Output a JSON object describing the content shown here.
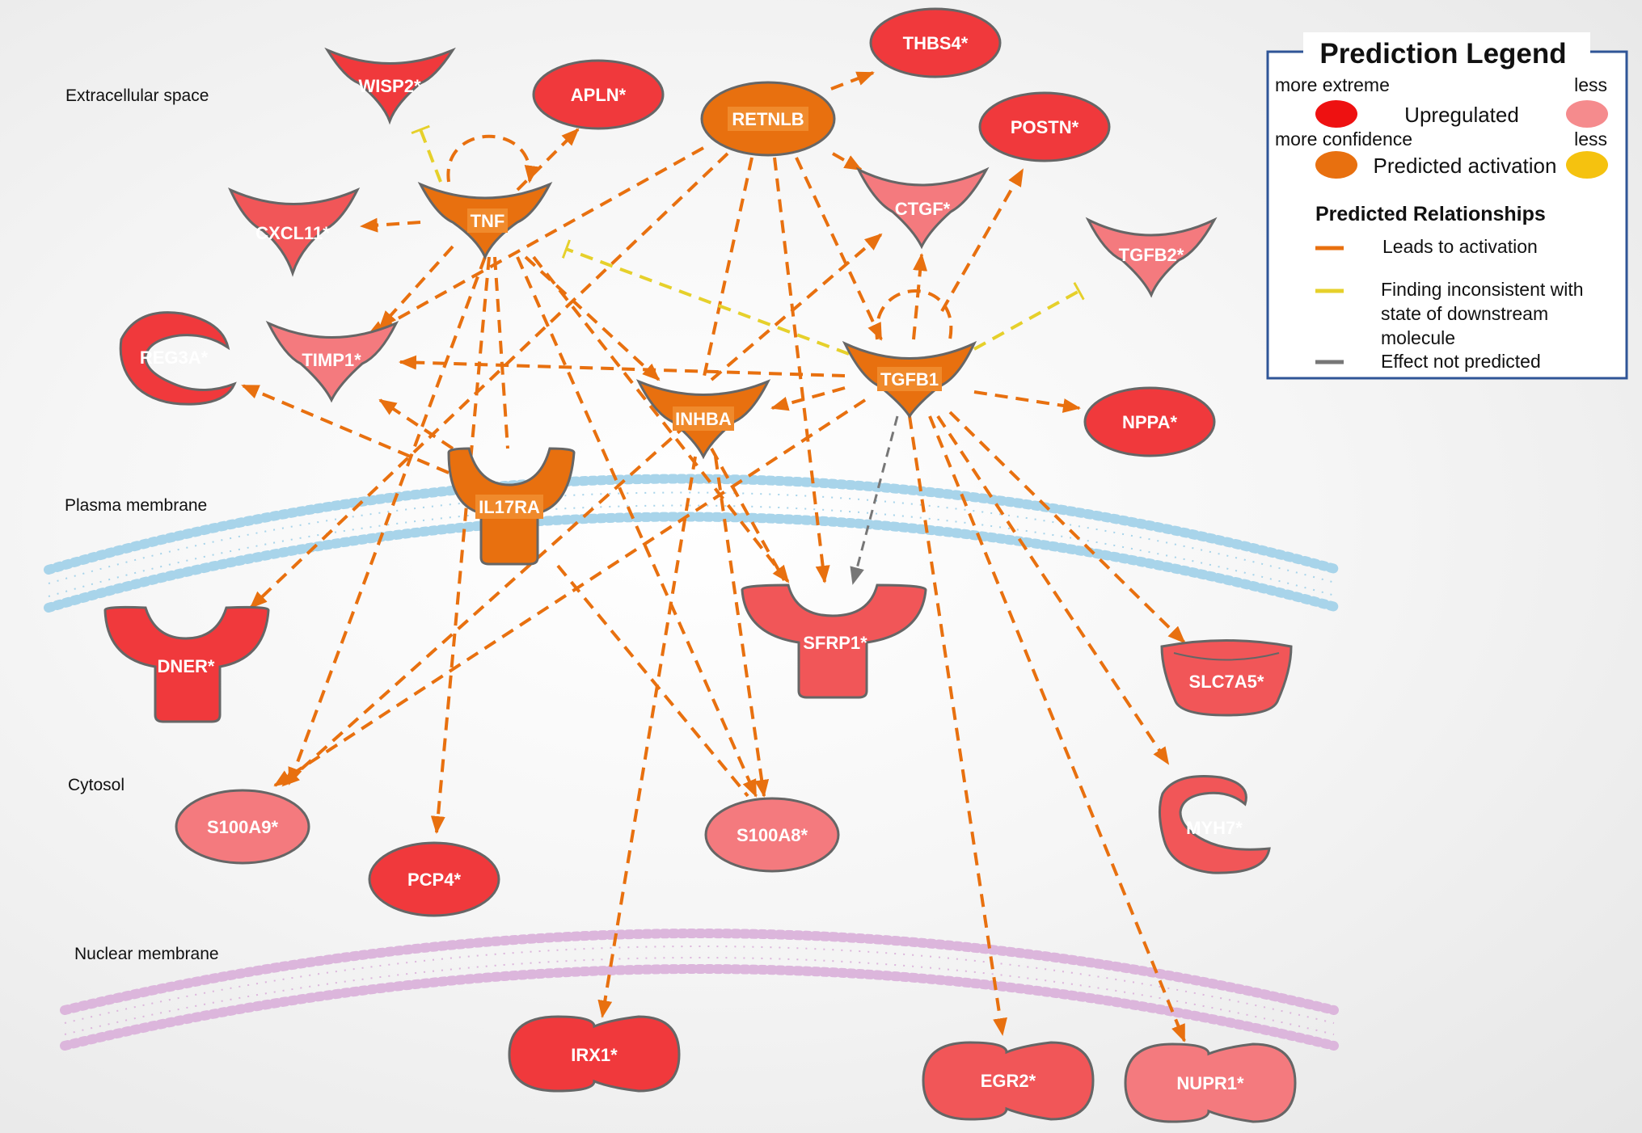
{
  "compartments": {
    "extracellular": "Extracellular space",
    "plasma_membrane": "Plasma membrane",
    "cytosol": "Cytosol",
    "nuclear_membrane": "Nuclear membrane"
  },
  "nodes": {
    "wisp2": "WISP2*",
    "apln": "APLN*",
    "retnlb": "RETNLB",
    "thbs4": "THBS4*",
    "postn": "POSTN*",
    "tnf": "TNF",
    "cxcl11": "CXCL11*",
    "ctgf": "CTGF*",
    "tgfb2": "TGFB2*",
    "reg3a": "REG3A*",
    "timp1": "TIMP1*",
    "tgfb1": "TGFB1",
    "inhba": "INHBA",
    "nppa": "NPPA*",
    "il17ra": "IL17RA",
    "dner": "DNER*",
    "sfrp1": "SFRP1*",
    "slc7a5": "SLC7A5*",
    "s100a9": "S100A9*",
    "s100a8": "S100A8*",
    "pcp4": "PCP4*",
    "myh7": "MYH7*",
    "irx1": "IRX1*",
    "egr2": "EGR2*",
    "nupr1": "NUPR1*"
  },
  "legend": {
    "title": "Prediction Legend",
    "more_extreme": "more extreme",
    "less_1": "less",
    "upregulated": "Upregulated",
    "more_confidence": "more confidence",
    "less_2": "less",
    "predicted_activation": "Predicted activation",
    "relationships_title": "Predicted Relationships",
    "leads_to_activation": "Leads to activation",
    "inconsistent_line1": "Finding  inconsistent with",
    "inconsistent_line2": "state of downstream",
    "inconsistent_line3": "molecule",
    "not_predicted": "Effect not predicted"
  },
  "colors": {
    "activation_orange": "#e8700f",
    "upregulated_strong": "#f0393c",
    "upregulated_medium": "#f15658",
    "upregulated_light": "#f47a7e",
    "inconsistent_yellow": "#e6d02b",
    "not_predicted_gray": "#777777",
    "legend_border": "#2f5597",
    "plasma_membrane": "#a8d4ea",
    "nuclear_membrane": "#dcb6dc"
  }
}
